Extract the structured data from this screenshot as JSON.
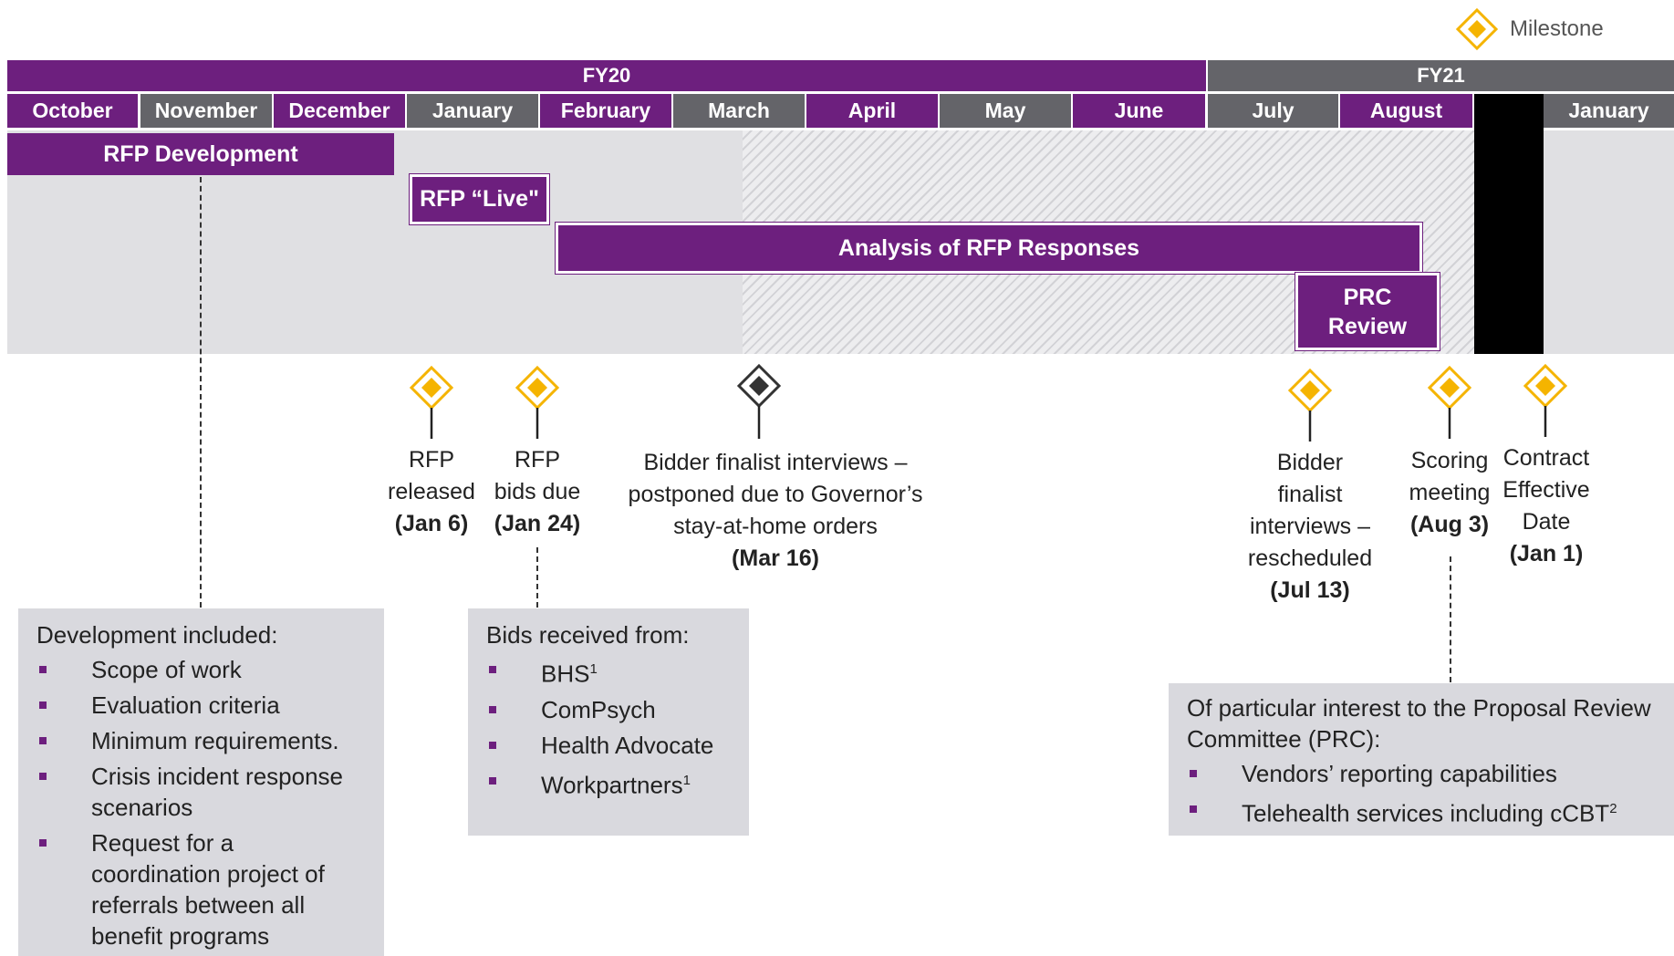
{
  "legend": {
    "label": "Milestone",
    "icon": "milestone-diamond-icon"
  },
  "fiscal_years": [
    {
      "label": "FY20",
      "color": "#6d1f7e"
    },
    {
      "label": "FY21",
      "color": "#646469"
    }
  ],
  "months": [
    {
      "label": "October"
    },
    {
      "label": "November"
    },
    {
      "label": "December"
    },
    {
      "label": "January"
    },
    {
      "label": "February"
    },
    {
      "label": "March"
    },
    {
      "label": "April"
    },
    {
      "label": "May"
    },
    {
      "label": "June"
    },
    {
      "label": "July"
    },
    {
      "label": "August"
    },
    {
      "label": "January"
    }
  ],
  "bars": {
    "rfp_development": "RFP Development",
    "rfp_live": "RFP “Live\"",
    "analysis": "Analysis of RFP Responses",
    "prc_review": [
      "PRC",
      "Review"
    ]
  },
  "milestones": [
    {
      "lines": [
        "RFP",
        "released"
      ],
      "date": "(Jan 6)",
      "color": "#f5b400"
    },
    {
      "lines": [
        "RFP",
        "bids due"
      ],
      "date": "(Jan 24)",
      "color": "#f5b400"
    },
    {
      "lines": [
        "Bidder finalist interviews –",
        "postponed due to Governor’s",
        "stay-at-home orders"
      ],
      "date": "(Mar 16)",
      "color": "#333333"
    },
    {
      "lines": [
        "Bidder",
        "finalist",
        "interviews –",
        "rescheduled"
      ],
      "date": "(Jul 13)",
      "color": "#f5b400"
    },
    {
      "lines": [
        "Scoring",
        "meeting"
      ],
      "date": "(Aug 3)",
      "color": "#f5b400"
    },
    {
      "lines": [
        "Contract",
        "Effective",
        "Date"
      ],
      "date": "(Jan 1)",
      "color": "#f5b400"
    }
  ],
  "notes": {
    "development": {
      "heading": "Development included:",
      "items": [
        "Scope of work",
        "Evaluation criteria",
        "Minimum requirements.",
        "Crisis incident response scenarios",
        "Request for a coordination project of referrals between all benefit programs"
      ]
    },
    "bids": {
      "heading": "Bids received from:",
      "items": [
        {
          "text": "BHS",
          "sup": "1"
        },
        {
          "text": "ComPsych",
          "sup": ""
        },
        {
          "text": "Health Advocate",
          "sup": ""
        },
        {
          "text": "Workpartners",
          "sup": "1"
        }
      ]
    },
    "prc": {
      "heading": "Of particular interest to the Proposal Review Committee (PRC):",
      "items": [
        {
          "text": "Vendors’ reporting capabilities",
          "sup": ""
        },
        {
          "text": "Telehealth services including cCBT",
          "sup": "2"
        }
      ]
    }
  }
}
